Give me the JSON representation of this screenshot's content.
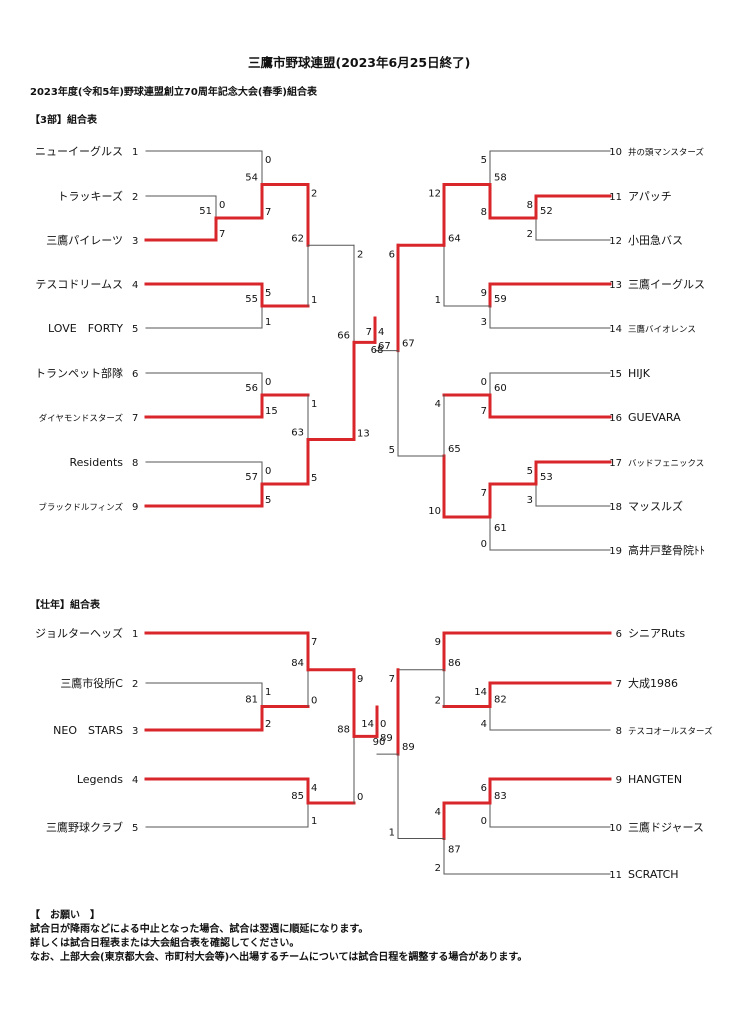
{
  "document": {
    "title": "三鷹市野球連盟(2023年6月25日終了)",
    "subtitle": "2023年度(令和5年)野球連盟創立70周年記念大会(春季)組合表",
    "colors": {
      "win_line": "#d9262b",
      "line": "#555555",
      "text": "#111111"
    }
  },
  "div3": {
    "heading": "【3部】組合表",
    "teams": [
      {
        "seed": "1",
        "name": "ニューイーグルス"
      },
      {
        "seed": "2",
        "name": "トラッキーズ"
      },
      {
        "seed": "3",
        "name": "三鷹パイレーツ"
      },
      {
        "seed": "4",
        "name": "テスコドリームス"
      },
      {
        "seed": "5",
        "name": "LOVE　FORTY"
      },
      {
        "seed": "6",
        "name": "トランペット部隊"
      },
      {
        "seed": "7",
        "name": "ダイヤモンドスターズ"
      },
      {
        "seed": "8",
        "name": "Residents"
      },
      {
        "seed": "9",
        "name": "ブラックドルフィンズ"
      },
      {
        "seed": "10",
        "name": "井の頭マンスターズ"
      },
      {
        "seed": "11",
        "name": "アパッチ"
      },
      {
        "seed": "12",
        "name": "小田急バス"
      },
      {
        "seed": "13",
        "name": "三鷹イーグルス"
      },
      {
        "seed": "14",
        "name": "三鷹バイオレンス"
      },
      {
        "seed": "15",
        "name": "HIJK"
      },
      {
        "seed": "16",
        "name": "GUEVARA"
      },
      {
        "seed": "17",
        "name": "バッドフェニックス"
      },
      {
        "seed": "18",
        "name": "マッスルズ"
      },
      {
        "seed": "19",
        "name": "高井戸整骨院ﾄﾄ"
      }
    ],
    "games": [
      {
        "no": "51",
        "scores": [
          "0",
          "7"
        ]
      },
      {
        "no": "54",
        "scores": [
          "0",
          "7"
        ]
      },
      {
        "no": "55",
        "scores": [
          "5",
          "1"
        ]
      },
      {
        "no": "56",
        "scores": [
          "0",
          "15"
        ]
      },
      {
        "no": "57",
        "scores": [
          "0",
          "5"
        ]
      },
      {
        "no": "62",
        "scores": [
          "2",
          "1"
        ]
      },
      {
        "no": "63",
        "scores": [
          "1",
          "5"
        ]
      },
      {
        "no": "66",
        "scores": [
          "2",
          "13"
        ]
      },
      {
        "no": "52",
        "scores": [
          "8",
          "2"
        ]
      },
      {
        "no": "53",
        "scores": [
          "5",
          "3"
        ]
      },
      {
        "no": "58",
        "scores": [
          "5",
          "8"
        ]
      },
      {
        "no": "59",
        "scores": [
          "9",
          "3"
        ]
      },
      {
        "no": "60",
        "scores": [
          "0",
          "7"
        ]
      },
      {
        "no": "61",
        "scores": [
          "7",
          "0"
        ]
      },
      {
        "no": "64",
        "scores": [
          "12",
          "1"
        ]
      },
      {
        "no": "65",
        "scores": [
          "4",
          "10"
        ]
      },
      {
        "no": "67",
        "scores": [
          "6",
          "5"
        ]
      },
      {
        "no": "68",
        "scores": [
          "7",
          "4"
        ]
      }
    ]
  },
  "senior": {
    "heading": "【壮年】組合表",
    "teams": [
      {
        "seed": "1",
        "name": "ジョルターヘッズ"
      },
      {
        "seed": "2",
        "name": "三鷹市役所C"
      },
      {
        "seed": "3",
        "name": "NEO　STARS"
      },
      {
        "seed": "4",
        "name": "Legends"
      },
      {
        "seed": "5",
        "name": "三鷹野球クラブ"
      },
      {
        "seed": "6",
        "name": "シニアRuts"
      },
      {
        "seed": "7",
        "name": "大成1986"
      },
      {
        "seed": "8",
        "name": "テスコオールスターズ"
      },
      {
        "seed": "9",
        "name": "HANGTEN"
      },
      {
        "seed": "10",
        "name": "三鷹ドジャース"
      },
      {
        "seed": "11",
        "name": "SCRATCH"
      }
    ],
    "games": [
      {
        "no": "81",
        "scores": [
          "1",
          "2"
        ]
      },
      {
        "no": "84",
        "scores": [
          "7",
          "0"
        ]
      },
      {
        "no": "85",
        "scores": [
          "4",
          "1"
        ]
      },
      {
        "no": "88",
        "scores": [
          "9",
          "0"
        ]
      },
      {
        "no": "82",
        "scores": [
          "14",
          "4"
        ]
      },
      {
        "no": "83",
        "scores": [
          "6",
          "0"
        ]
      },
      {
        "no": "86",
        "scores": [
          "9",
          "2"
        ]
      },
      {
        "no": "87",
        "scores": [
          "4",
          "2"
        ]
      },
      {
        "no": "89",
        "scores": [
          "7",
          "1"
        ]
      },
      {
        "no": "90",
        "scores": [
          "14",
          "0"
        ]
      }
    ]
  },
  "notice": {
    "heading": "【　お願い　】",
    "lines": [
      "試合日が降雨などによる中止となった場合、試合は翌週に順延になります。",
      "詳しくは試合日程表または大会組合表を確認してください。",
      "なお、上部大会(東京都大会、市町村大会等)へ出場するチームについては試合日程を調整する場合があります。"
    ]
  }
}
